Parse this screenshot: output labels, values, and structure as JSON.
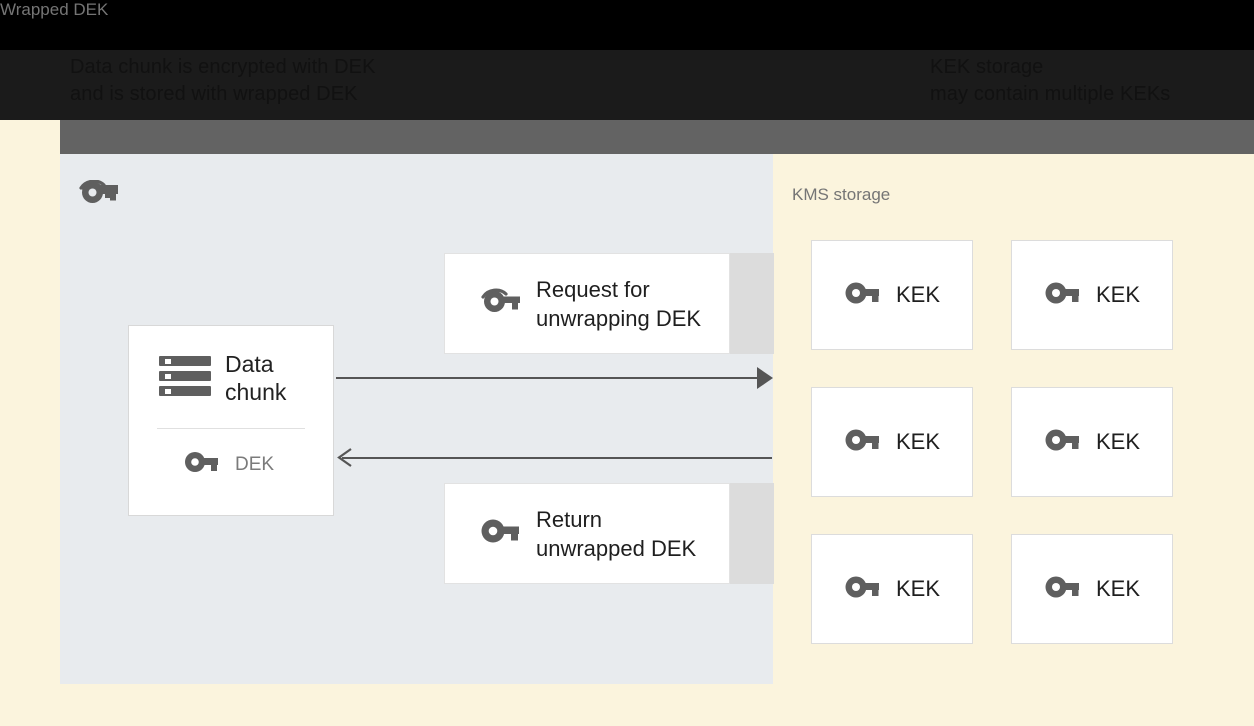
{
  "caption": {
    "left_text": "Data chunk is encrypted with DEK\nand is stored with wrapped DEK",
    "right_text": "KEK storage\nmay contain multiple KEKs"
  },
  "left_panel": {
    "title": "Wrapped DEK",
    "title_icon": "wrapped-key-icon",
    "data_chunk_card": {
      "icon": "storage-chunk-icon",
      "label": "Data\nchunk",
      "key_icon": "key-icon",
      "key_label": "DEK"
    },
    "messages": [
      {
        "id": "request",
        "icon": "wrapped-key-icon",
        "text": "Request for\nunwrapping DEK"
      },
      {
        "id": "return",
        "icon": "key-icon",
        "text": "Return\nunwrapped DEK"
      }
    ],
    "arrows": [
      {
        "id": "request-arrow",
        "direction": "right"
      },
      {
        "id": "return-arrow",
        "direction": "left"
      }
    ]
  },
  "right_panel": {
    "title": "KMS storage",
    "keys": [
      {
        "icon": "key-icon",
        "label": "KEK"
      },
      {
        "icon": "key-icon",
        "label": "KEK"
      },
      {
        "icon": "key-icon",
        "label": "KEK"
      },
      {
        "icon": "key-icon",
        "label": "KEK"
      },
      {
        "icon": "key-icon",
        "label": "KEK"
      },
      {
        "icon": "key-icon",
        "label": "KEK"
      }
    ]
  },
  "colors": {
    "left_panel_bg": "#e8ebee",
    "right_panel_bg": "#fbf4dd",
    "card_bg": "#ffffff",
    "card_border": "#dcdcdc",
    "msg_shadow": "#dcdcdc",
    "icon_gray": "#5f5f5f",
    "title_gray": "#757575",
    "arrow_gray": "#555555",
    "header_band": "#636363",
    "header_black": "#1b1b1b"
  }
}
